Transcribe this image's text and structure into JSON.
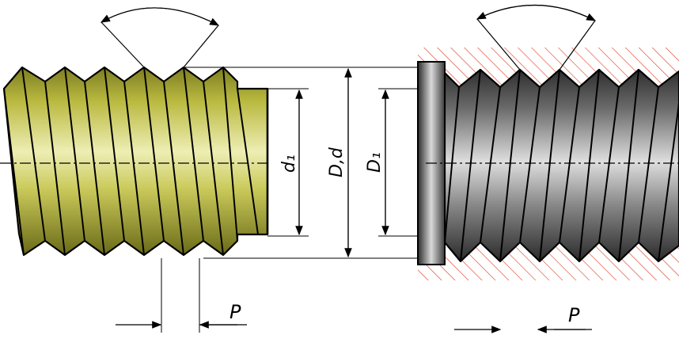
{
  "labels": {
    "minor_diameter_bolt": "d₁",
    "major_diameter": "D,d",
    "minor_diameter_nut": "D₁",
    "pitch_left": "P",
    "pitch_right": "P"
  },
  "colors": {
    "bolt_fill": "#b5b53e",
    "bolt_highlight": "#e9e9a6",
    "bolt_shadow": "#6f6f1a",
    "nut_dark": "#3a3a3a",
    "nut_light": "#d6d6d6",
    "hatch": "#e0482a",
    "outline": "#000000"
  },
  "features": {
    "bolt_crests": 6,
    "nut_crests": 6
  }
}
